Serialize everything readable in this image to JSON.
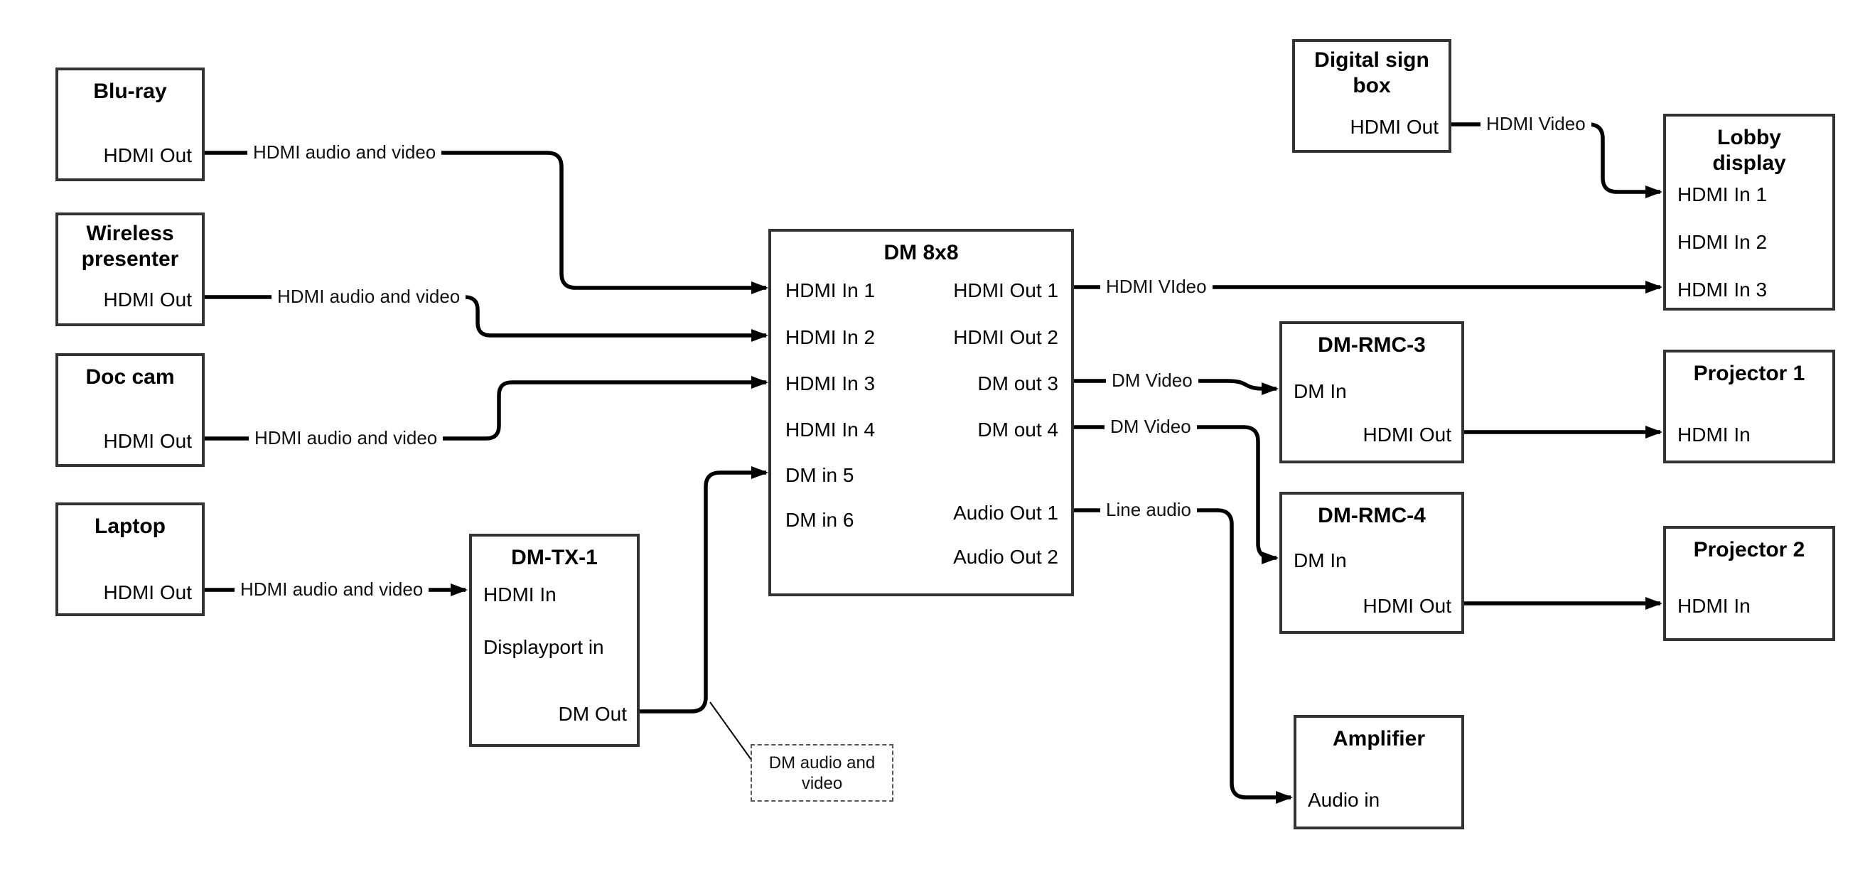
{
  "diagram": {
    "nodes": {
      "bluray": {
        "title": "Blu-ray",
        "port_hdmi_out": "HDMI Out"
      },
      "wireless": {
        "title": "Wireless presenter",
        "port_hdmi_out": "HDMI Out"
      },
      "doccam": {
        "title": "Doc cam",
        "port_hdmi_out": "HDMI Out"
      },
      "laptop": {
        "title": "Laptop",
        "port_hdmi_out": "HDMI Out"
      },
      "dmtx1": {
        "title": "DM-TX-1",
        "port_hdmi_in": "HDMI In",
        "port_displayport_in": "Displayport in",
        "port_dm_out": "DM Out"
      },
      "dm8x8": {
        "title": "DM 8x8",
        "port_hdmi_in_1": "HDMI In 1",
        "port_hdmi_in_2": "HDMI In 2",
        "port_hdmi_in_3": "HDMI In 3",
        "port_hdmi_in_4": "HDMI In 4",
        "port_dm_in_5": "DM in 5",
        "port_dm_in_6": "DM in 6",
        "port_hdmi_out_1": "HDMI Out 1",
        "port_hdmi_out_2": "HDMI Out 2",
        "port_dm_out_3": "DM out 3",
        "port_dm_out_4": "DM out 4",
        "port_audio_out_1": "Audio Out 1",
        "port_audio_out_2": "Audio Out 2"
      },
      "signbox": {
        "title": "Digital sign box",
        "port_hdmi_out": "HDMI Out"
      },
      "lobby": {
        "title": "Lobby display",
        "port_hdmi_in_1": "HDMI In 1",
        "port_hdmi_in_2": "HDMI In 2",
        "port_hdmi_in_3": "HDMI In 3"
      },
      "dmrmc3": {
        "title": "DM-RMC-3",
        "port_dm_in": "DM In",
        "port_hdmi_out": "HDMI Out"
      },
      "proj1": {
        "title": "Projector 1",
        "port_hdmi_in": "HDMI In"
      },
      "dmrmc4": {
        "title": "DM-RMC-4",
        "port_dm_in": "DM In",
        "port_hdmi_out": "HDMI Out"
      },
      "proj2": {
        "title": "Projector 2",
        "port_hdmi_in": "HDMI In"
      },
      "amp": {
        "title": "Amplifier",
        "port_audio_in": "Audio in"
      }
    },
    "wire_labels": {
      "bluray_to_dm8x8": "HDMI audio and video",
      "wireless_to_dm8x8": "HDMI audio and video",
      "doccam_to_dm8x8": "HDMI audio and video",
      "laptop_to_dmtx1": "HDMI audio and video",
      "hdmi_out1_to_lobby": "HDMI VIdeo",
      "dm_out3_to_rmc3": "DM Video",
      "dm_out4_to_rmc4": "DM Video",
      "audio_out1_to_amp": "Line audio",
      "signbox_to_lobby": "HDMI Video"
    },
    "callout": {
      "text": "DM audio and video"
    },
    "colors": {
      "wire": "#000000",
      "box_border": "#333333",
      "text": "#000000",
      "background": "#ffffff"
    }
  }
}
